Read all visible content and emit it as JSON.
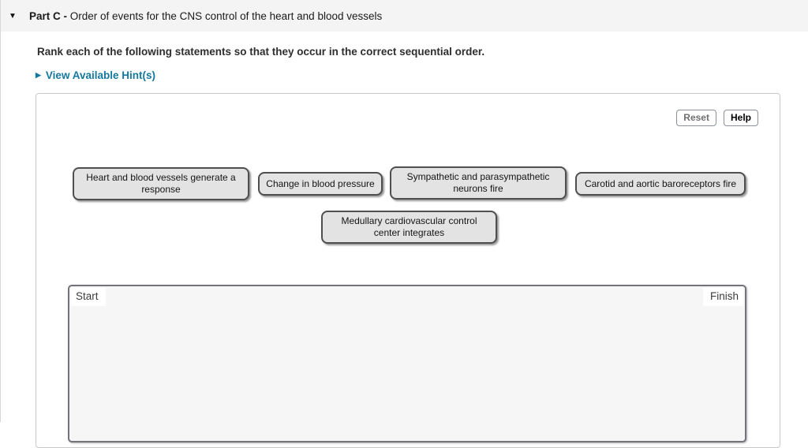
{
  "header": {
    "collapse_icon": "▼",
    "title_bold": "Part C -",
    "title_rest": " Order of events for the CNS control of the heart and blood vessels"
  },
  "question": {
    "instructions": "Rank each of the following statements so that they occur in the correct sequential order.",
    "hint_link": {
      "icon": "▶",
      "label": "View Available Hint(s)"
    }
  },
  "toolbar": {
    "reset_label": "Reset",
    "help_label": "Help"
  },
  "tiles": [
    {
      "label": "Heart and blood vessels generate a response"
    },
    {
      "label": "Change in blood pressure"
    },
    {
      "label": "Sympathetic and parasympathetic neurons fire"
    },
    {
      "label": "Carotid and aortic baroreceptors fire"
    },
    {
      "label": "Medullary cardiovascular control center integrates"
    }
  ],
  "dropzone": {
    "start_label": "Start",
    "finish_label": "Finish"
  },
  "colors": {
    "hint_link": "#15789E",
    "header_bar": "#F4F4F4",
    "tile_background": "#E3E3E3",
    "tile_border": "#4F4F4F",
    "dropzone_background": "#F6F6F6",
    "dropzone_border": "#73737A"
  }
}
